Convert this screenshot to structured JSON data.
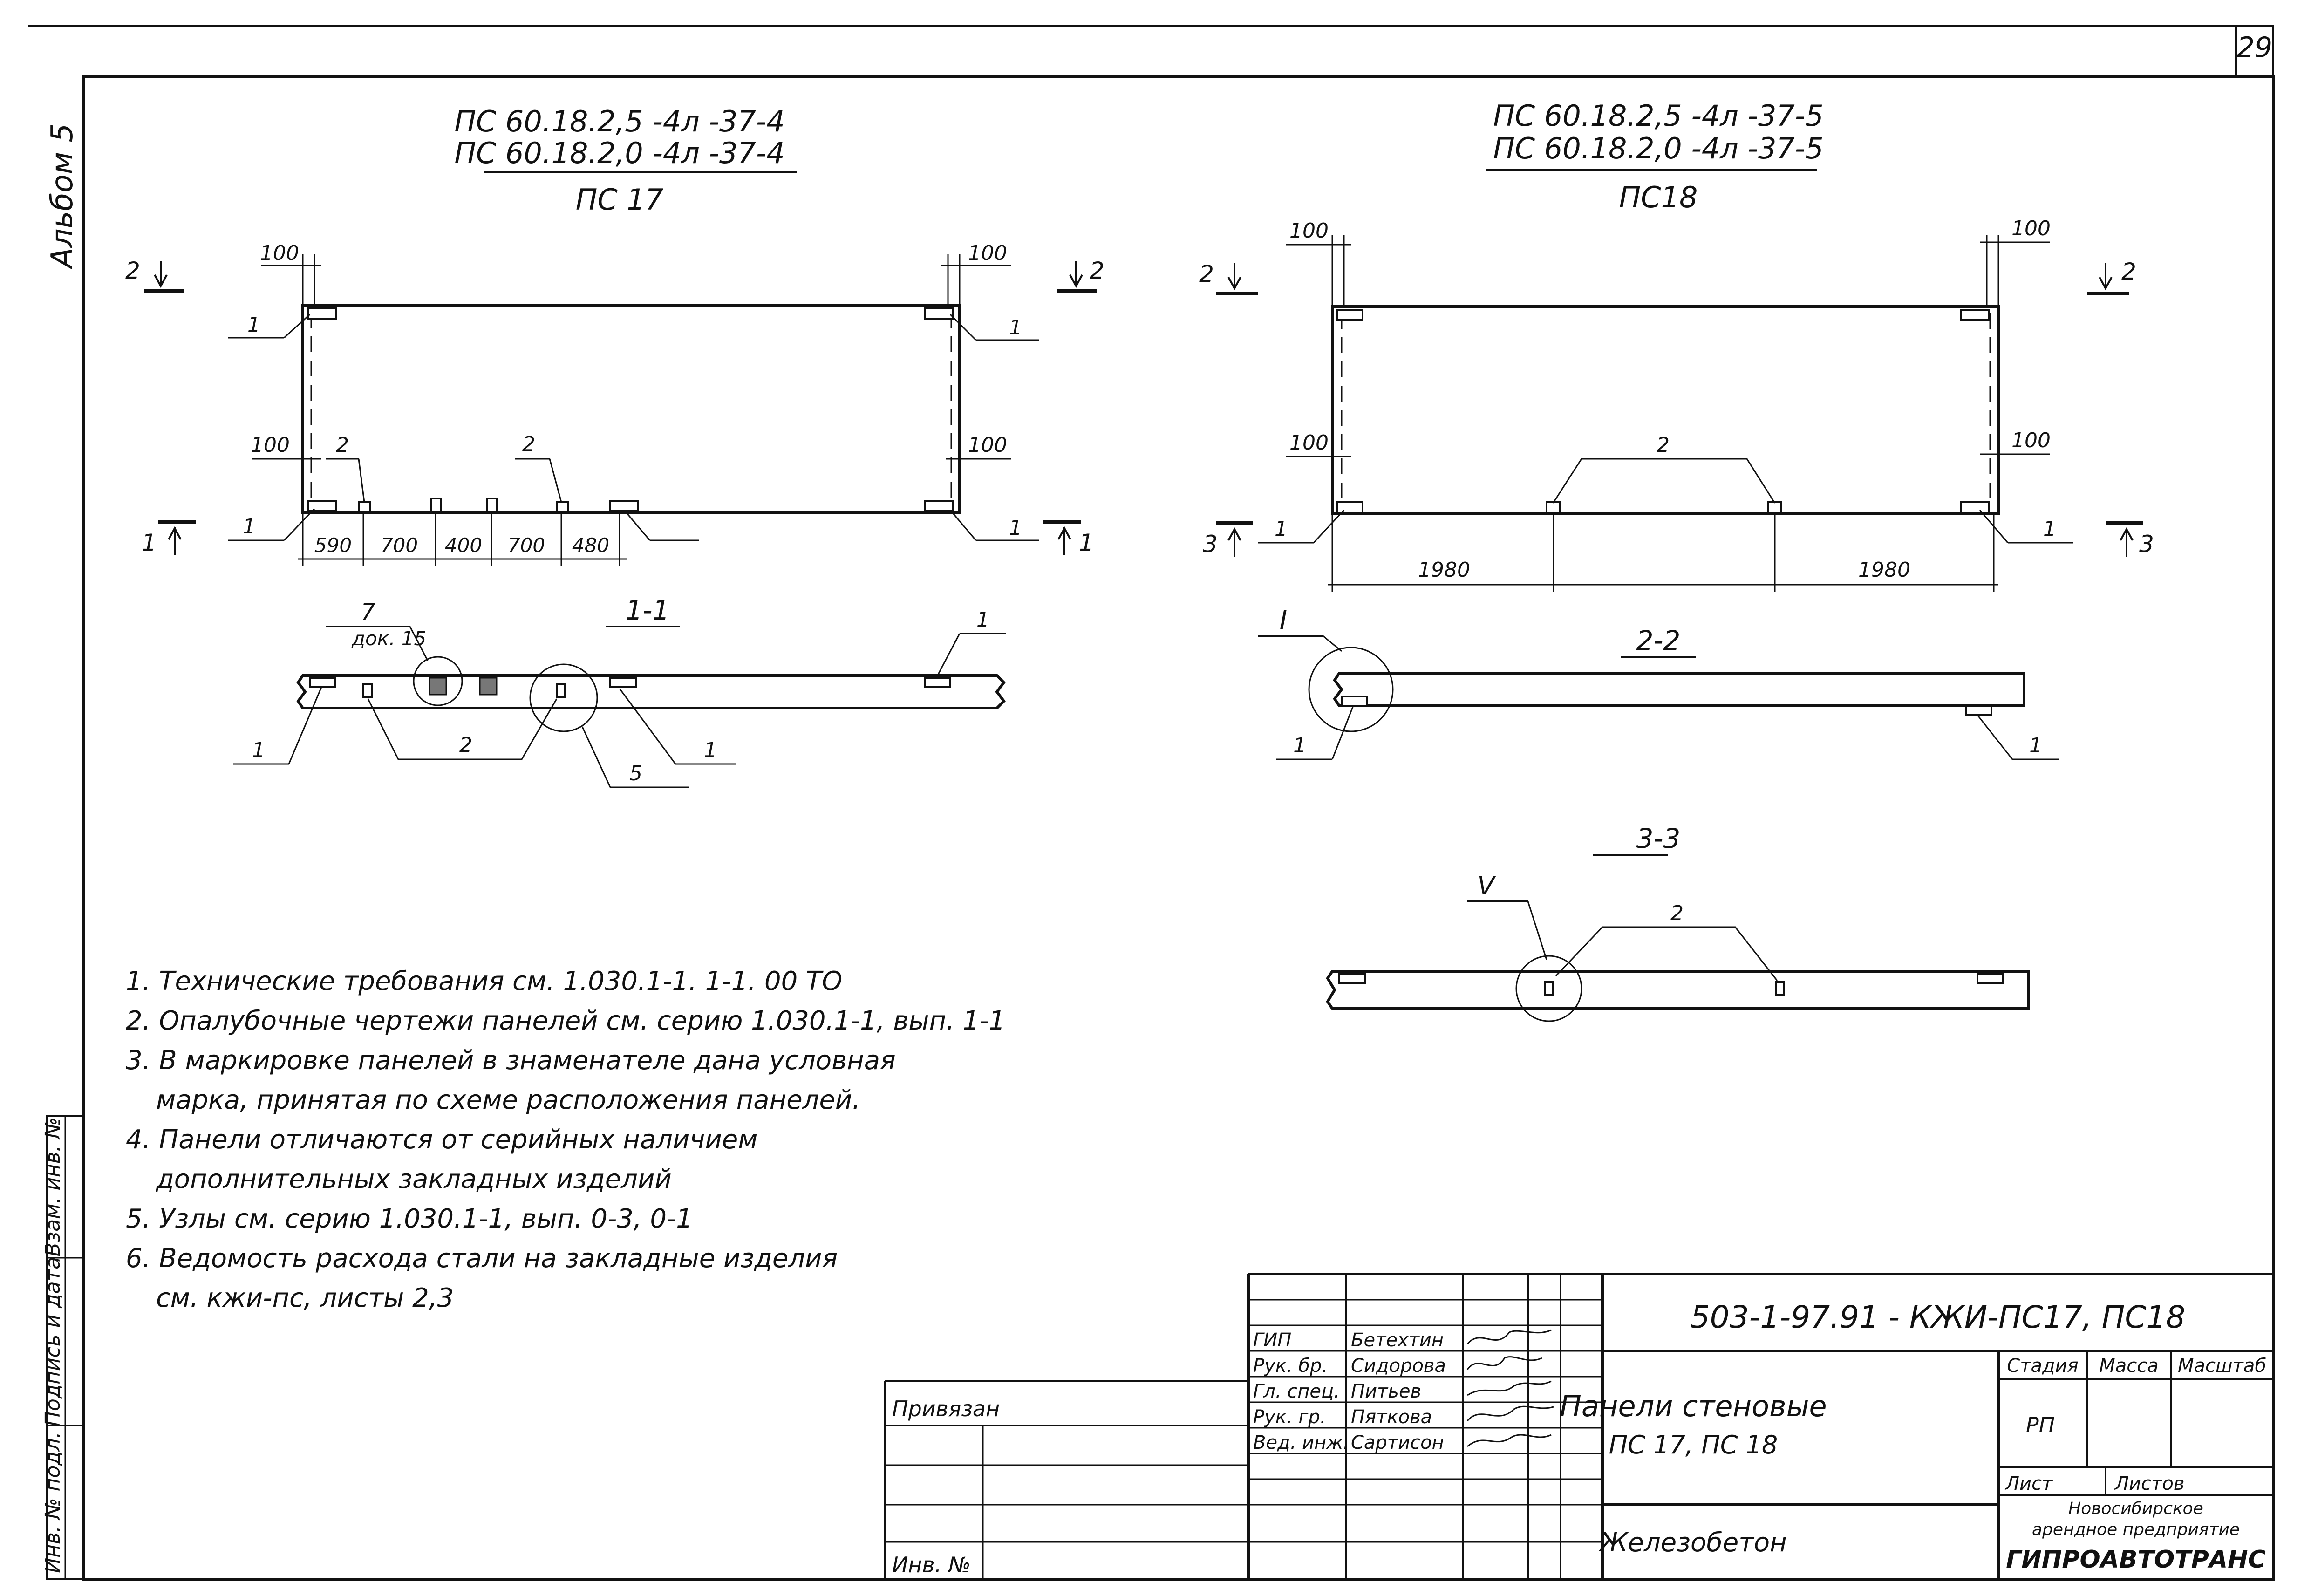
{
  "sheet": {
    "number": "29",
    "album_label": "Альбом 5"
  },
  "drawing_left": {
    "mark_line_1": "ПС 60.18.2,5 -4л -37-4",
    "mark_line_2": "ПС 60.18.2,0 -4л -37-4",
    "short_mark": "ПС 17",
    "dims_top": [
      "100",
      "100"
    ],
    "dims_bottom": [
      "100",
      "100"
    ],
    "dim_chain": [
      "590",
      "700",
      "400",
      "700",
      "480"
    ],
    "cut_labels": [
      "2",
      "2",
      "1",
      "1"
    ],
    "callouts": [
      "1",
      "1",
      "1",
      "1",
      "2",
      "2"
    ],
    "section_title": "1-1",
    "section_callouts": [
      "7",
      "док. 15",
      "1",
      "1",
      "2",
      "1",
      "5"
    ]
  },
  "drawing_right": {
    "mark_line_1": "ПС 60.18.2,5 -4л -37-5",
    "mark_line_2": "ПС 60.18.2,0 -4л -37-5",
    "short_mark": "ПС18",
    "dims_top": [
      "100",
      "100"
    ],
    "dims_bottom": [
      "100",
      "100"
    ],
    "dim_chain": [
      "1980",
      "1980"
    ],
    "cut_labels": [
      "2",
      "2",
      "3",
      "3"
    ],
    "callouts": [
      "1",
      "1",
      "2"
    ],
    "section_title": "2-2",
    "section_callouts": [
      "I",
      "1",
      "1"
    ],
    "section3_title": "3-3",
    "section3_callouts": [
      "V",
      "2"
    ]
  },
  "notes": [
    "1. Технические требования см. 1.030.1-1. 1-1. 00 ТО",
    "2. Опалубочные чертежи панелей см. серию 1.030.1-1, вып. 1-1",
    "3. В маркировке панелей в знаменателе дана условная",
    "марка, принятая по схеме расположения панелей.",
    "4. Панели отличаются от серийных наличием",
    "дополнительных закладных изделий",
    "5. Узлы см. серию 1.030.1-1, вып. 0-3, 0-1",
    "6. Ведомость расхода стали на закладные изделия",
    "см. кжи-пс, листы 2,3"
  ],
  "side_stamp": {
    "inv_podl": "Инв. № подл.",
    "podpis_data": "Подпись и дата",
    "vzam_inv": "Взам. инв. №"
  },
  "binding": {
    "label": "Привязан",
    "inv_label": "Инв. №"
  },
  "title_block": {
    "code": "503-1-97.91 - КЖИ-ПС17, ПС18",
    "roles": [
      "ГИП",
      "Рук. бр.",
      "Гл. спец.",
      "Рук. гр.",
      "Вед. инж."
    ],
    "names": [
      "Бетехтин",
      "Сидорова",
      "Питьев",
      "Пяткова",
      "Сартисон"
    ],
    "title_line_1": "Панели стеновые",
    "title_line_2": "ПС 17, ПС 18",
    "material": "Железобетон",
    "col_stage": "Стадия",
    "col_mass": "Масса",
    "col_scale": "Масштаб",
    "stage_value": "РП",
    "sheet_label": "Лист",
    "sheets_label": "Листов",
    "org_line_1": "Новосибирское",
    "org_line_2": "арендное предприятие",
    "org_name": "ГИПРОАВТОТРАНС"
  }
}
